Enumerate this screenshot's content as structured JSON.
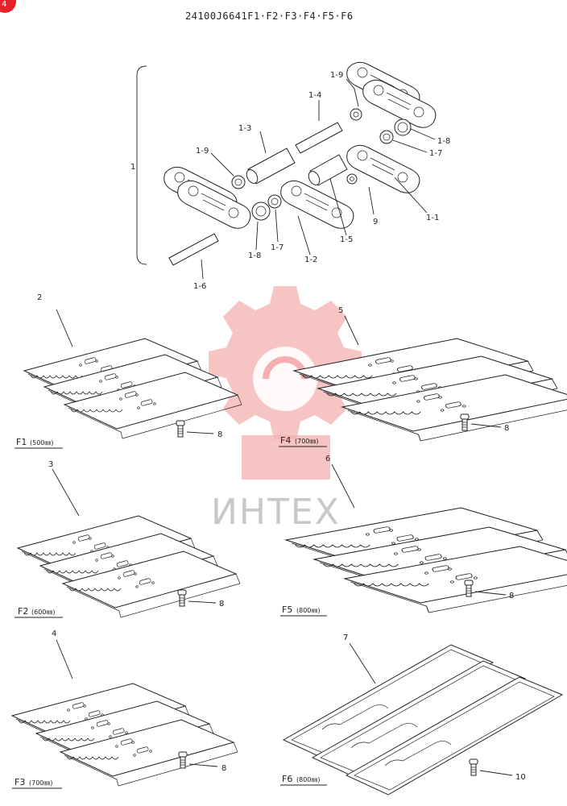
{
  "title": "24100J6641F1·F2·F3·F4·F5·F6",
  "watermark": {
    "text": "ИНТЕХ",
    "color": "#f4b0b0",
    "text_color": "#c8c8c8"
  },
  "corner_badge": {
    "text": "4",
    "color": "#e8202a"
  },
  "group_label": "1",
  "callouts": {
    "c1_9a": "1-9",
    "c1_4": "1-4",
    "c1_3": "1-3",
    "c1_9b": "1-9",
    "c1_8a": "1-8",
    "c1_7a": "1-7",
    "c9": "9",
    "c1_1": "1-1",
    "c1_5": "1-5",
    "c1_2": "1-2",
    "c1_7b": "1-7",
    "c1_8b": "1-8",
    "c1_6": "1-6",
    "p2": "2",
    "p3": "3",
    "p4": "4",
    "p5": "5",
    "p6": "6",
    "p7": "7",
    "b8_f1": "8",
    "b8_f2": "8",
    "b8_f3": "8",
    "b8_f4": "8",
    "b8_f5": "8",
    "b10": "10"
  },
  "panels": {
    "f1": {
      "code": "F1",
      "size": "(500㎜)"
    },
    "f2": {
      "code": "F2",
      "size": "(600㎜)"
    },
    "f3": {
      "code": "F3",
      "size": "(700㎜)"
    },
    "f4": {
      "code": "F4",
      "size": "(700㎜)"
    },
    "f5": {
      "code": "F5",
      "size": "(800㎜)"
    },
    "f6": {
      "code": "F6",
      "size": "(800㎜)"
    }
  }
}
